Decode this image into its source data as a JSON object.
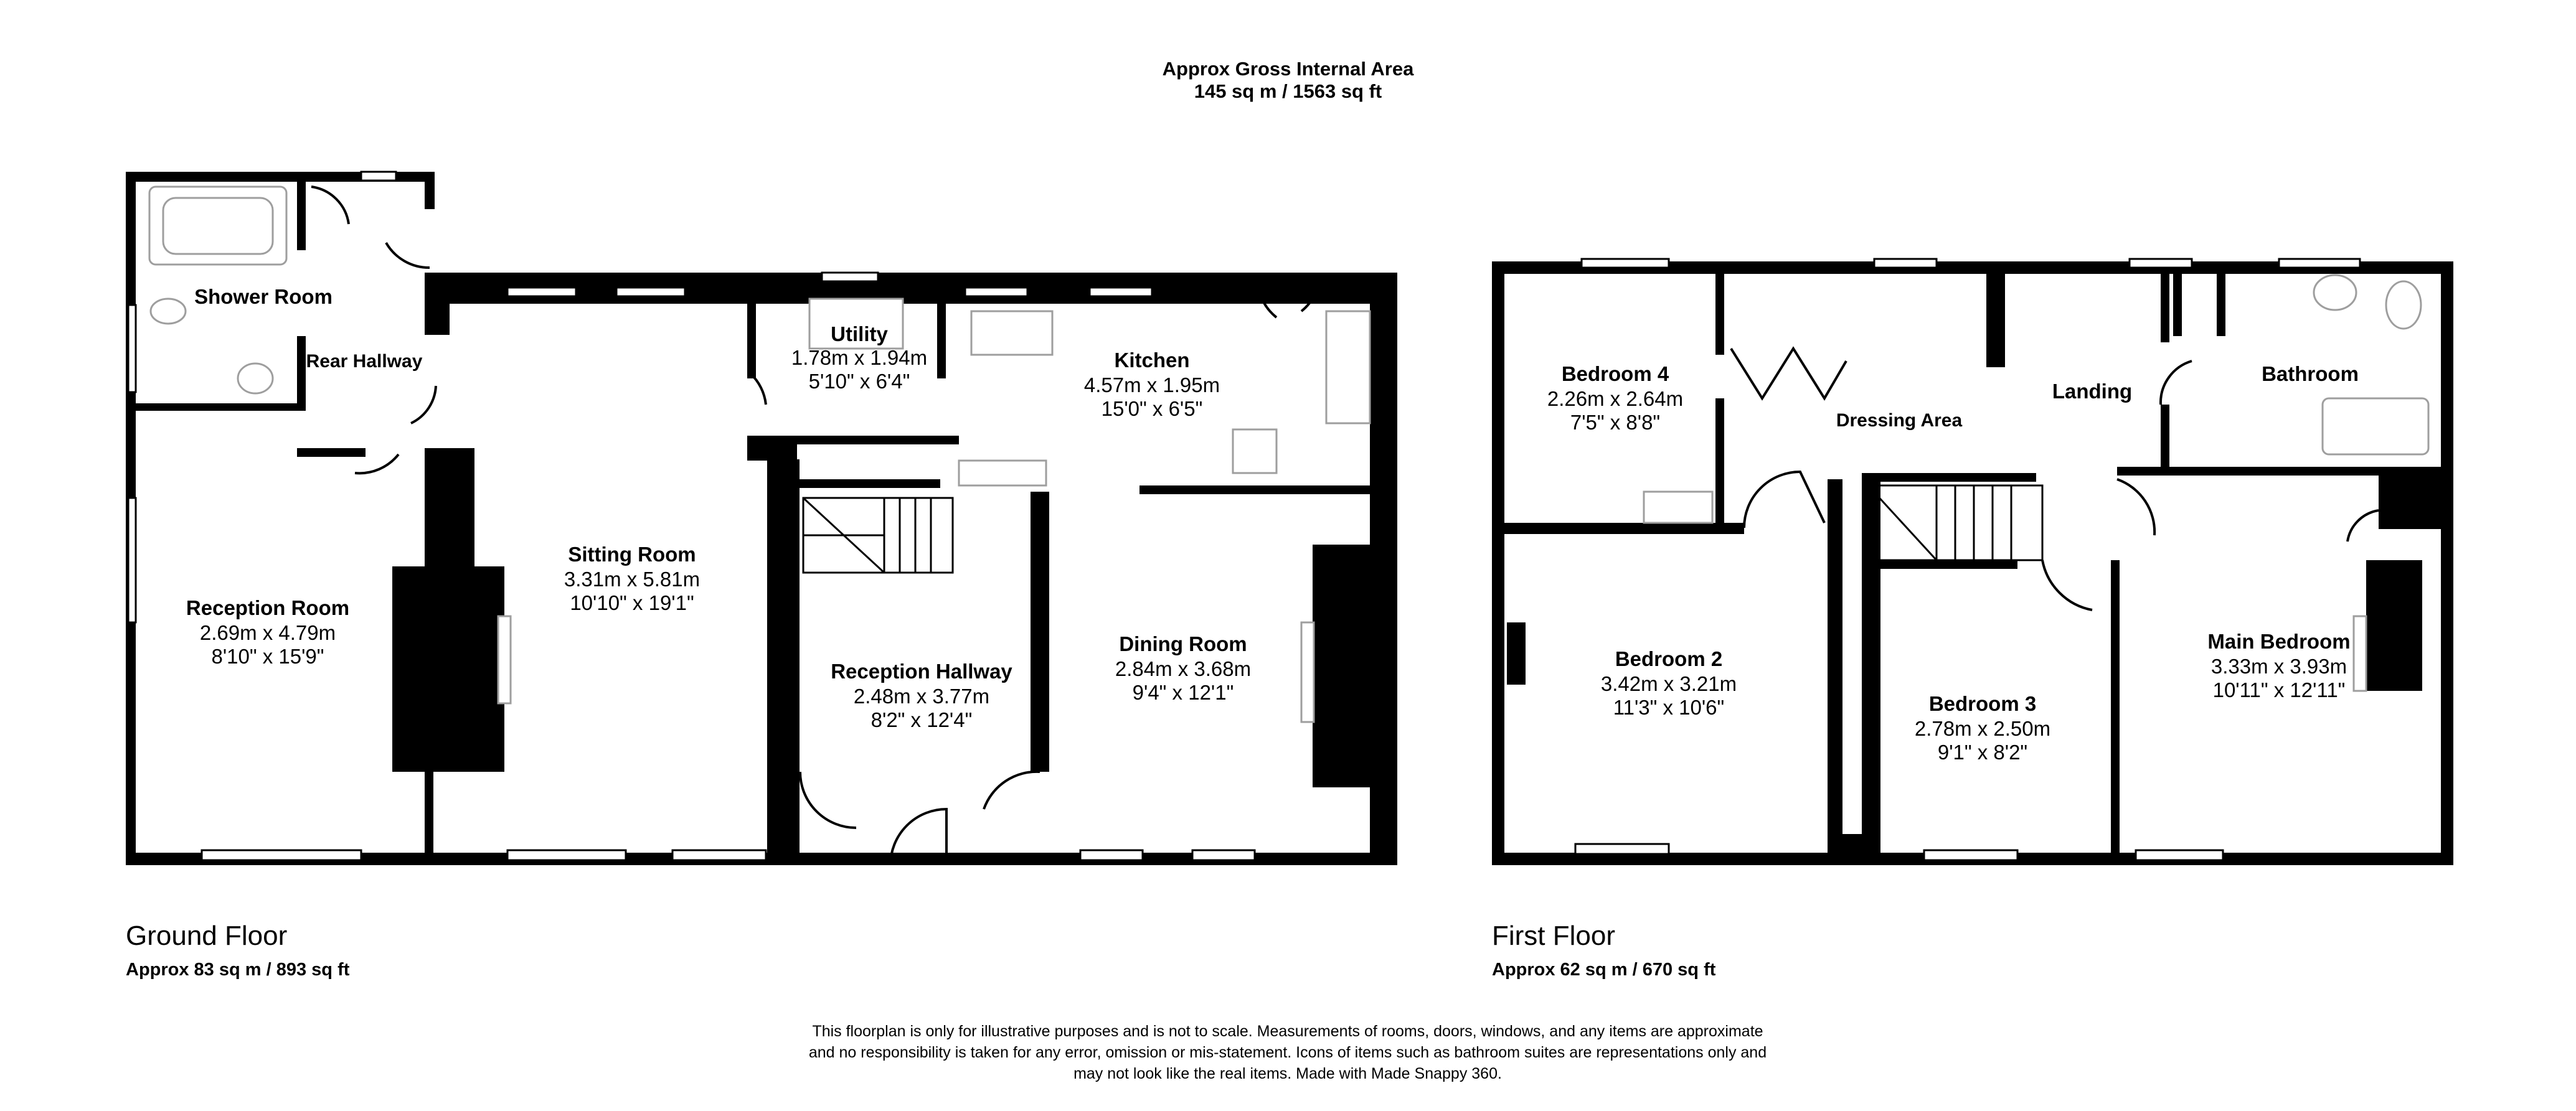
{
  "header": {
    "title": "Approx Gross Internal Area",
    "total_area": "145 sq m / 1563 sq ft"
  },
  "ground_floor": {
    "name": "Ground Floor",
    "area": "Approx 83 sq m / 893 sq ft",
    "rooms": {
      "shower_room": {
        "name": "Shower Room"
      },
      "rear_hallway": {
        "name": "Rear Hallway"
      },
      "reception_room": {
        "name": "Reception Room",
        "metric": "2.69m x 4.79m",
        "imperial": "8'10\" x 15'9\""
      },
      "sitting_room": {
        "name": "Sitting Room",
        "metric": "3.31m x 5.81m",
        "imperial": "10'10\" x 19'1\""
      },
      "utility": {
        "name": "Utility",
        "metric": "1.78m x 1.94m",
        "imperial": "5'10\" x 6'4\""
      },
      "kitchen": {
        "name": "Kitchen",
        "metric": "4.57m x 1.95m",
        "imperial": "15'0\" x 6'5\""
      },
      "reception_hallway": {
        "name": "Reception Hallway",
        "metric": "2.48m x 3.77m",
        "imperial": "8'2\" x 12'4\""
      },
      "dining_room": {
        "name": "Dining Room",
        "metric": "2.84m x 3.68m",
        "imperial": "9'4\" x 12'1\""
      }
    }
  },
  "first_floor": {
    "name": "First Floor",
    "area": "Approx 62 sq m / 670 sq ft",
    "rooms": {
      "bedroom_4": {
        "name": "Bedroom 4",
        "metric": "2.26m x 2.64m",
        "imperial": "7'5\" x 8'8\""
      },
      "dressing_area": {
        "name": "Dressing Area"
      },
      "landing": {
        "name": "Landing"
      },
      "bathroom": {
        "name": "Bathroom"
      },
      "bedroom_2": {
        "name": "Bedroom 2",
        "metric": "3.42m x 3.21m",
        "imperial": "11'3\" x 10'6\""
      },
      "bedroom_3": {
        "name": "Bedroom 3",
        "metric": "2.78m x 2.50m",
        "imperial": "9'1\" x 8'2\""
      },
      "main_bedroom": {
        "name": "Main Bedroom",
        "metric": "3.33m x 3.93m",
        "imperial": "10'11\" x 12'11\""
      }
    }
  },
  "disclaimer": [
    "This floorplan is only for illustrative purposes and is not to scale. Measurements of rooms, doors, windows, and any items are approximate",
    "and no responsibility is taken for any error, omission or mis-statement. Icons of items such as bathroom suites are representations only and",
    "may not look like the real items. Made with Made Snappy 360."
  ],
  "colors": {
    "wall": "#000000",
    "background": "#ffffff",
    "fixture": "#bdbdbd"
  }
}
